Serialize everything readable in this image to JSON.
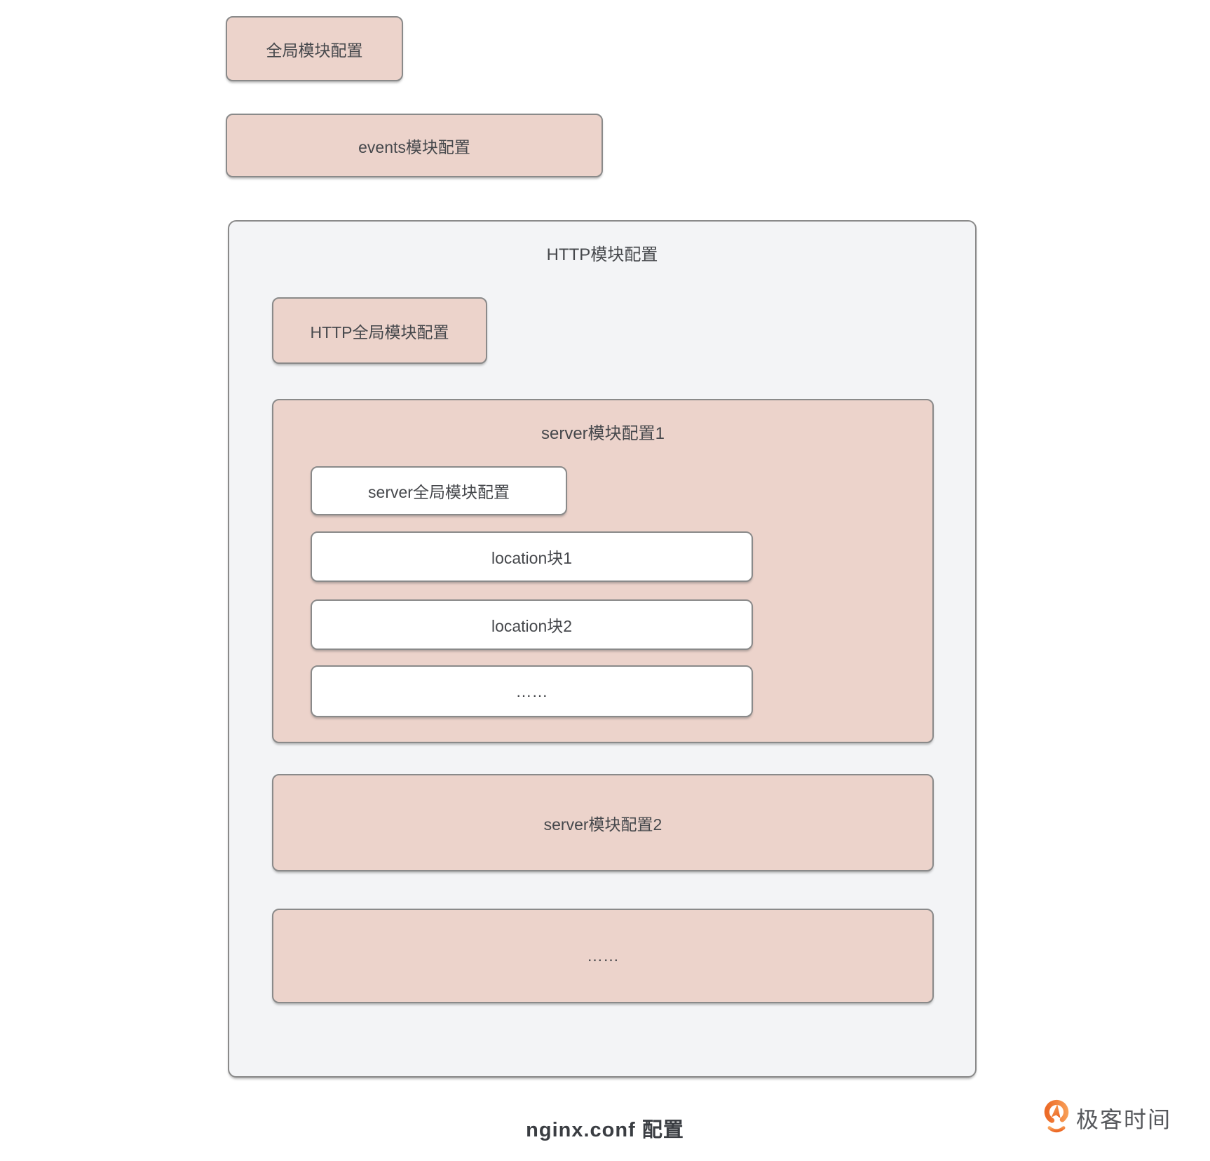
{
  "diagram": {
    "global_box": {
      "label": "全局模块配置"
    },
    "events_box": {
      "label": "events模块配置"
    },
    "http_box": {
      "title": "HTTP模块配置",
      "http_global_box": {
        "label": "HTTP全局模块配置"
      },
      "server1": {
        "title": "server模块配置1",
        "server_global_box": {
          "label": "server全局模块配置"
        },
        "location1": {
          "label": "location块1"
        },
        "location2": {
          "label": "location块2"
        },
        "ellipsis": {
          "label": "……"
        }
      },
      "server2": {
        "label": "server模块配置2"
      },
      "ellipsis": {
        "label": "……"
      }
    },
    "caption": "nginx.conf 配置"
  },
  "logo": {
    "text": "极客时间",
    "icon": "geektime-pin-icon"
  },
  "colors": {
    "block_pink": "#ecd3cb",
    "panel_gray": "#f3f4f6",
    "border_gray": "#8a8a8a",
    "text_dark": "#46484c",
    "logo_orange": "#ef7b35",
    "logo_orange_light": "#f9a35b"
  }
}
